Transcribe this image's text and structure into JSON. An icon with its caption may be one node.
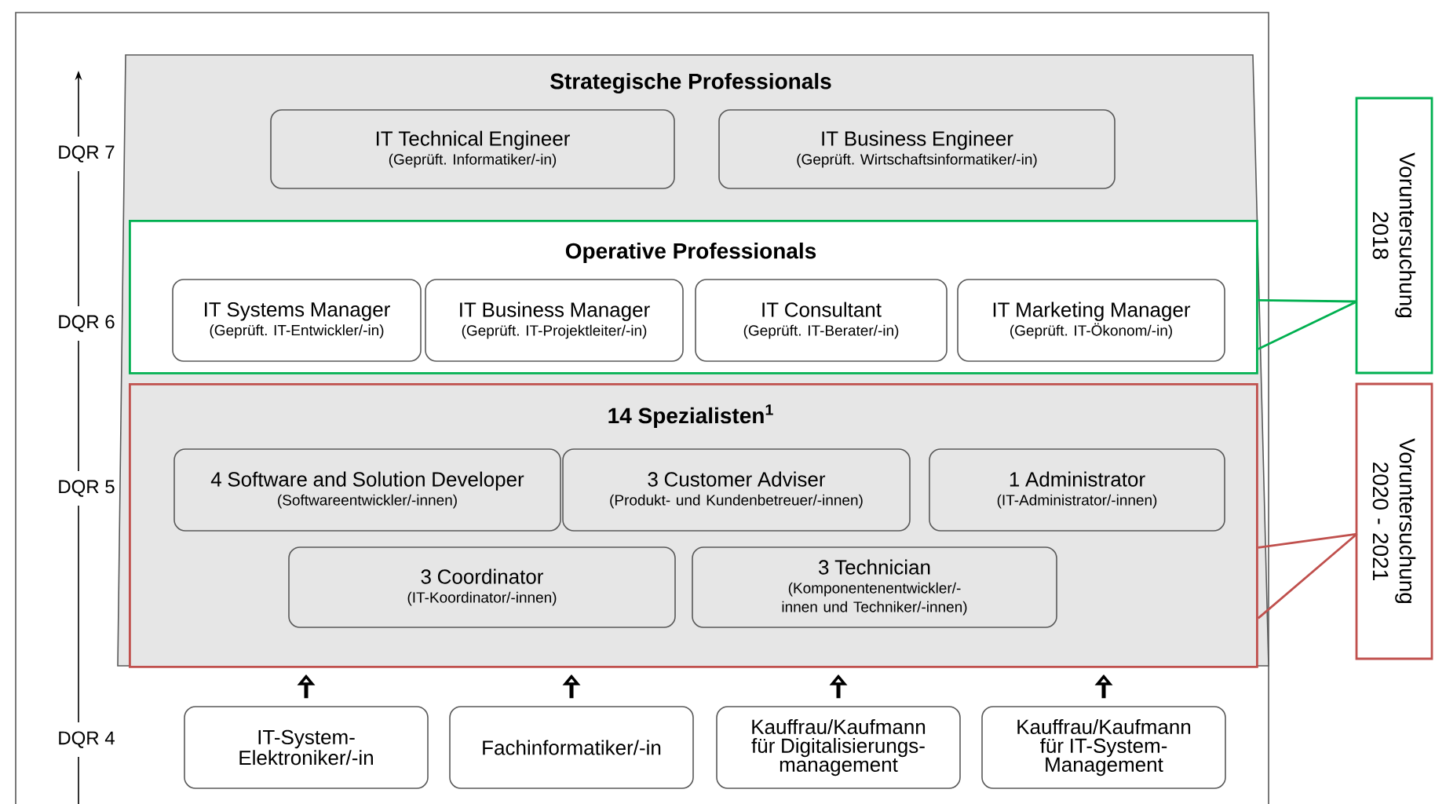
{
  "diagram": {
    "nodes": [
      {
        "text": [
          "Strategische Professionals"
        ]
      },
      {
        "text": [
          "IT Technical Engineer",
          "(Geprüft. Informatiker/-in)"
        ],
        "in": 0
      },
      {
        "text": [
          "IT Business Engineer",
          "(Geprüft. Wirtschaftsinformatiker/-in)"
        ],
        "in": 0
      },
      {
        "text": [
          "Operative Professionals"
        ],
        "in": 0
      },
      {
        "text": [
          "IT Systems Manager",
          "(Geprüft. IT-Entwickler/-in)"
        ],
        "in": 3
      },
      {
        "text": [
          "IT Business Manager",
          "(Geprüft. IT-Projektleiter/-in)"
        ],
        "in": 3
      },
      {
        "text": [
          "IT Consultant",
          "(Geprüft. IT-Berater/-in)"
        ],
        "in": 3
      },
      {
        "text": [
          "IT Marketing Manager",
          "(Geprüft. IT-Ökonom/-in)"
        ],
        "in": 3
      },
      {
        "text": [
          "14 Spezialisten$^{1}$"
        ],
        "in": 0
      },
      {
        "text": [
          "4 Software and Solution Developer",
          "(Softwareentwickler/-innen)"
        ],
        "in": 8
      },
      {
        "text": [
          "3 Customer Adviser",
          "(Produkt- und Kundenbetreuer/-innen)"
        ],
        "in": 8
      },
      {
        "text": [
          "1 Administrator",
          "(IT-Administrator/-innen)"
        ],
        "in": 8
      },
      {
        "text": [
          "3 Coordinator",
          "(IT-Koordinator/-innen)"
        ],
        "in": 8
      },
      {
        "text": [
          "3 Technician",
          "(Komponentenentwickler/-innen und Techniker/-innen)"
        ],
        "in": 8
      },
      {
        "text": [
          "IT-System-Elektroniker/-in"
        ]
      },
      {
        "text": [
          "Fachinformatiker/-in"
        ]
      },
      {
        "text": [
          "Kauffrau/Kaufmann für Digitalisierungs-management"
        ]
      },
      {
        "text": [
          "Kauffrau/Kaufmann für IT-System-Management"
        ]
      },
      {
        "text": [
          "Voruntersuchung 2018"
        ]
      },
      {
        "text": [
          "Voruntersuchung 2020 - 2021"
        ]
      }
    ],
    "edges": [
      {
        "from": 14,
        "to": 8,
        "arrow": "to"
      },
      {
        "from": 15,
        "to": 8,
        "arrow": "to"
      },
      {
        "from": 16,
        "to": 8,
        "arrow": "to"
      },
      {
        "from": 17,
        "to": 8,
        "arrow": "to"
      },
      {
        "from": 18,
        "to": 3,
        "arrow": "none",
        "color": "#00b050"
      },
      {
        "from": 19,
        "to": 8,
        "arrow": "none",
        "color": "#c0504d"
      }
    ],
    "labels": [
      "DQR 7",
      "DQR 6",
      "DQR 5",
      "DQR 4"
    ]
  }
}
